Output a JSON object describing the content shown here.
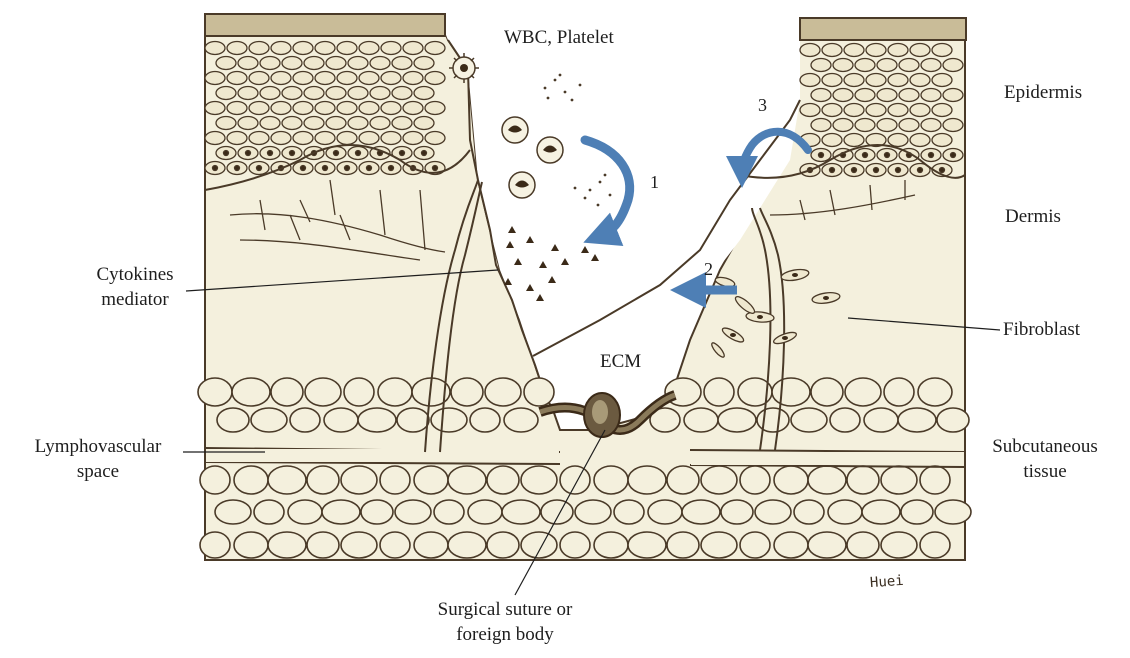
{
  "labels": {
    "wbc_platelet": "WBC, Platelet",
    "epidermis": "Epidermis",
    "dermis": "Dermis",
    "cytokines_line1": "Cytokines",
    "cytokines_line2": "mediator",
    "fibroblast": "Fibroblast",
    "ecm": "ECM",
    "lymphovascular_line1": "Lymphovascular",
    "lymphovascular_line2": "space",
    "subcutaneous_line1": "Subcutaneous",
    "subcutaneous_line2": "tissue",
    "suture_line1": "Surgical suture or",
    "suture_line2": "foreign body"
  },
  "steps": [
    "1",
    "2",
    "3"
  ],
  "signature": "Huei",
  "colors": {
    "ink": "#4a3a28",
    "tissue": "#f4f0dd",
    "arrow": "#4e7fb5",
    "cell_nucleus": "#3b2a18",
    "knot": "#6b5a40"
  }
}
